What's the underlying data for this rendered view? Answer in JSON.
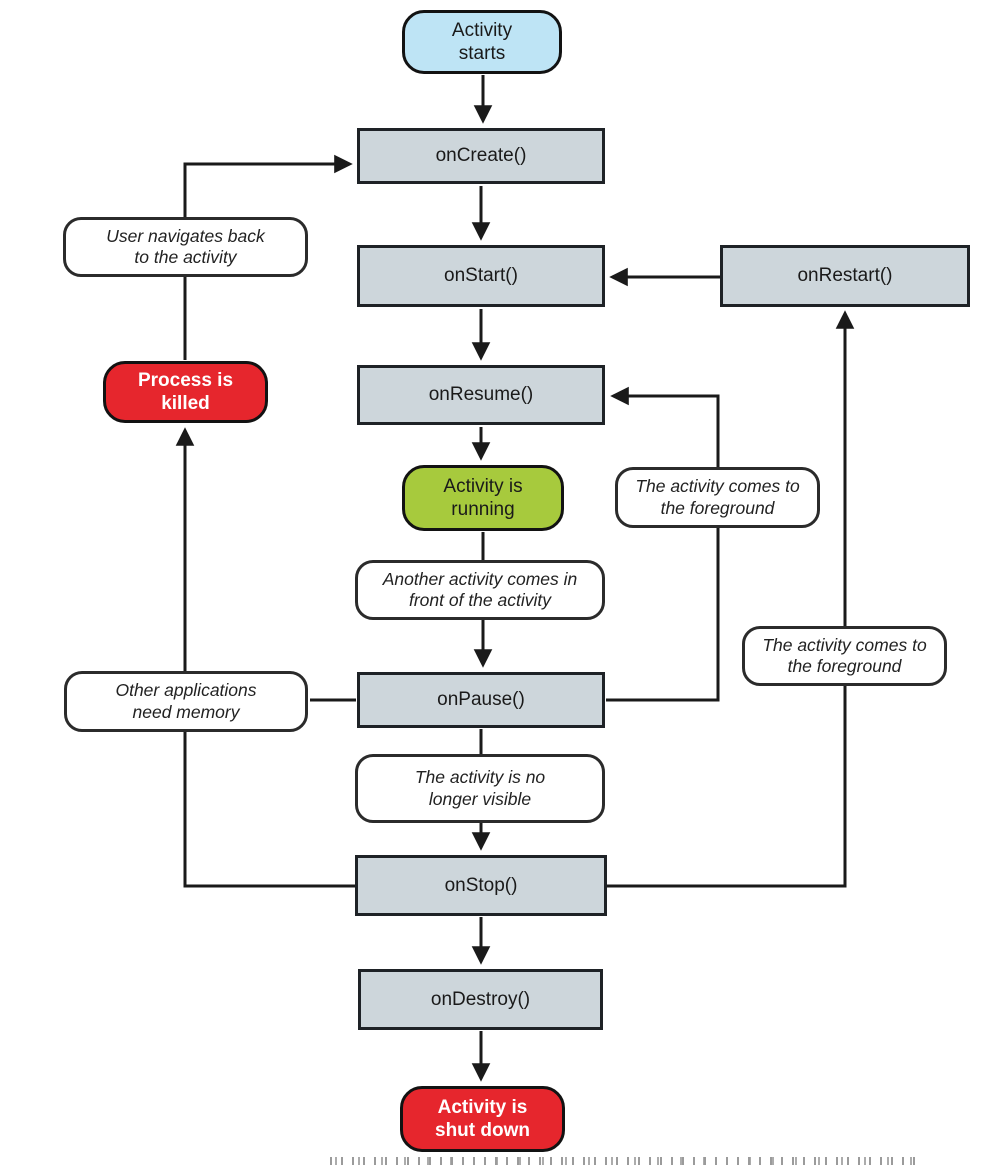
{
  "labels": {
    "activity_starts": "Activity starts",
    "on_create": "onCreate()",
    "on_start": "onStart()",
    "on_resume": "onResume()",
    "on_restart": "onRestart()",
    "activity_running": "Activity is running",
    "on_pause": "onPause()",
    "on_stop": "onStop()",
    "on_destroy": "onDestroy()",
    "process_killed": "Process is killed",
    "activity_shut_down": "Activity is shut down"
  },
  "annotations": {
    "user_navigates": "User navigates back to the activity",
    "other_apps": "Other applications need memory",
    "another_activity": "Another activity comes in front of the activity",
    "foreground_top": "The activity comes to the foreground",
    "foreground_bottom": "The activity comes to the foreground",
    "no_longer_visible": "The activity is no longer visible"
  },
  "colors": {
    "state_fill": "#cdd6db",
    "start_fill": "#bee4f5",
    "running_fill": "#a7ca3d",
    "killed_fill": "#e6262d",
    "line": "#1a1a1a"
  }
}
